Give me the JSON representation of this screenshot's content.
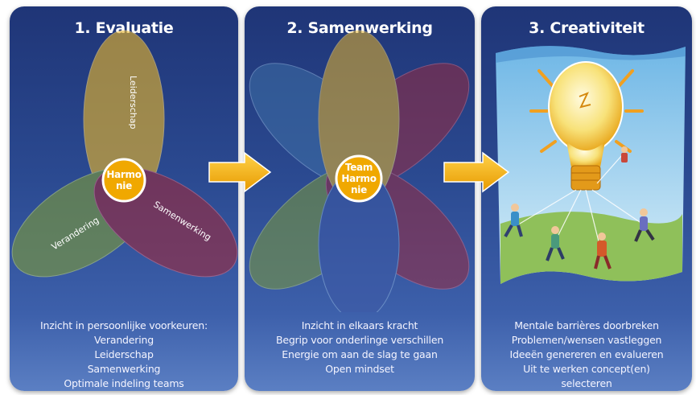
{
  "panels": [
    {
      "title": "1. Evaluatie",
      "petals": [
        "Leiderschap",
        "Verandering",
        "Samenwerking"
      ],
      "center": [
        "Harmo",
        "nie"
      ],
      "bullets": [
        "Inzicht in persoonlijke voorkeuren:",
        "Verandering",
        "Leiderschap",
        "Samenwerking",
        "Optimale indeling teams"
      ]
    },
    {
      "title": "2. Samenwerking",
      "center": [
        "Team",
        "Harmo",
        "nie"
      ],
      "bullets": [
        "Inzicht in elkaars kracht",
        "Begrip voor onderlinge verschillen",
        "Energie om aan de slag te gaan",
        "Open mindset"
      ]
    },
    {
      "title": "3. Creativiteit",
      "bullets": [
        "Mentale barrières doorbreken",
        "Problemen/wensen vastleggen",
        "Ideeën genereren en evalueren",
        "Uit te werken concept(en)",
        "selecteren"
      ]
    }
  ],
  "colors": {
    "panel_top": "#1f3577",
    "panel_bottom": "#5b7fc3",
    "petal_yellow": "#e7b52a",
    "petal_green": "#7c9a3a",
    "petal_red": "#9a2a3e",
    "petal_blue": "#3e6fa6",
    "center_fill": "#f0a800",
    "arrow": "#f5b400"
  },
  "icons": [
    "arrow-right-icon",
    "lightbulb-illustration"
  ]
}
